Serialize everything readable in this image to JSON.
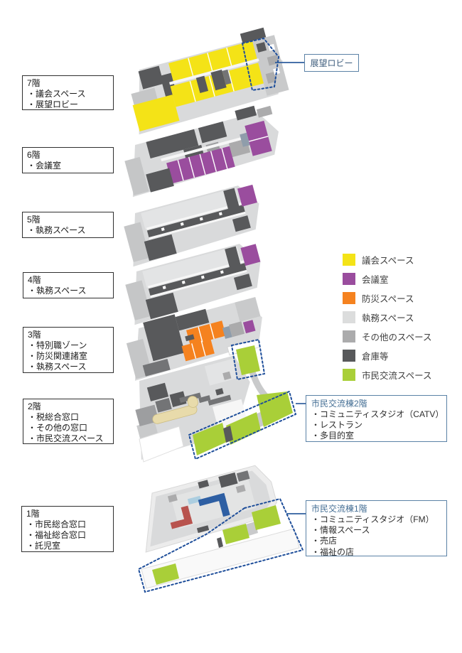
{
  "floor_labels": [
    {
      "title": "7階",
      "items": [
        "・議会スペース",
        "・展望ロビー"
      ]
    },
    {
      "title": "6階",
      "items": [
        "・会議室"
      ]
    },
    {
      "title": "5階",
      "items": [
        "・執務スペース"
      ]
    },
    {
      "title": "4階",
      "items": [
        "・執務スペース"
      ]
    },
    {
      "title": "3階",
      "items": [
        "・特別職ゾーン",
        "・防災関連諸室",
        "・執務スペース"
      ]
    },
    {
      "title": "2階",
      "items": [
        "・税総合窓口",
        "・その他の窓口",
        "・市民交流スペース"
      ]
    },
    {
      "title": "1階",
      "items": [
        "・市民総合窓口",
        "・福祉総合窓口",
        "・託児室"
      ]
    }
  ],
  "legend": {
    "items": [
      {
        "label": "議会スペース",
        "color": "#f4e317"
      },
      {
        "label": "会議室",
        "color": "#9a4d9e"
      },
      {
        "label": "防災スペース",
        "color": "#f5821f"
      },
      {
        "label": "執務スペース",
        "color": "#dcdddd"
      },
      {
        "label": "その他のスペース",
        "color": "#ababac"
      },
      {
        "label": "倉庫等",
        "color": "#58595b"
      },
      {
        "label": "市民交流スペース",
        "color": "#a9cf38"
      }
    ]
  },
  "callouts": {
    "lobby": {
      "label": "展望ロビー"
    },
    "f2": {
      "title": "市民交流棟2階",
      "items": [
        "・コミュニティスタジオ（CATV）",
        "・レストラン",
        "・多目的室"
      ]
    },
    "f1": {
      "title": "市民交流棟1階",
      "items": [
        "・コミュニティスタジオ（FM）",
        "・情報スペース",
        "・売店",
        "・福祉の店"
      ]
    }
  },
  "palette": {
    "base": "#d9dadb",
    "cap": "#c5c6c7",
    "lt": "#e3e4e5",
    "hall": "#e3e4e4",
    "offwhite": "#f6f6f6",
    "white": "#ffffff",
    "dk2": "#737476",
    "mg2": "#9d9ea0",
    "gray3": "#c9cacb",
    "bluegray": "#8f9dab",
    "tan": "#e8dbab",
    "tan_edge": "#cdbd84",
    "red": "#b8534e",
    "blue": "#2e5fa3",
    "lightblue": "#accee0",
    "dotted": "#1e4e9a",
    "connector": "#2e5e9e",
    "strip_fill": "#f9f9f9",
    "strip_edge": "#dcdcdc"
  }
}
